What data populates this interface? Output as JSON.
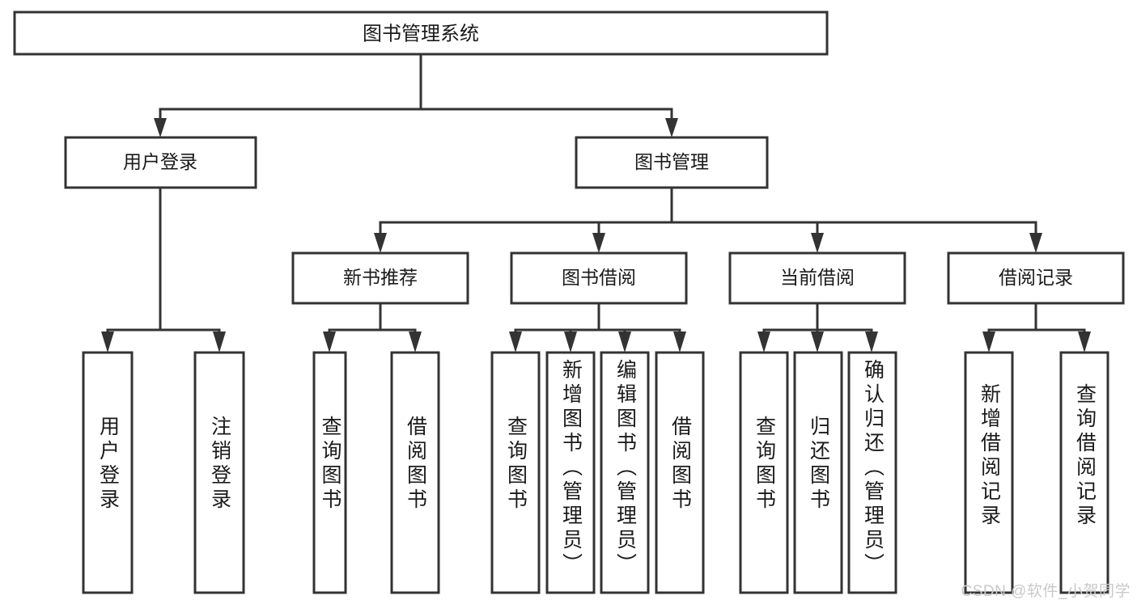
{
  "diagram": {
    "title": "图书管理系统",
    "type": "tree",
    "orientation": "top-down",
    "stroke_color": "#333333",
    "fill_color": "#ffffff",
    "text_color": "#1a1a1a"
  },
  "nodes": {
    "root": {
      "label": "图书管理系统",
      "level": 0
    },
    "l1": [
      {
        "id": "user_login",
        "label": "用户登录",
        "level": 1
      },
      {
        "id": "book_manage",
        "label": "图书管理",
        "level": 1
      }
    ],
    "l2": [
      {
        "id": "new_book_rec",
        "label": "新书推荐",
        "level": 2,
        "parent": "book_manage"
      },
      {
        "id": "book_borrow",
        "label": "图书借阅",
        "level": 2,
        "parent": "book_manage"
      },
      {
        "id": "current_borrow",
        "label": "当前借阅",
        "level": 2,
        "parent": "book_manage"
      },
      {
        "id": "borrow_record",
        "label": "借阅记录",
        "level": 2,
        "parent": "book_manage"
      }
    ],
    "leaves": [
      {
        "id": "leaf_user_login",
        "label": "用户登录",
        "parent": "user_login"
      },
      {
        "id": "leaf_user_logout",
        "label": "注销登录",
        "parent": "user_login"
      },
      {
        "id": "leaf_rec_query",
        "label": "查询图书",
        "parent": "new_book_rec"
      },
      {
        "id": "leaf_rec_borrow",
        "label": "借阅图书",
        "parent": "new_book_rec"
      },
      {
        "id": "leaf_borrow_query",
        "label": "查询图书",
        "parent": "book_borrow"
      },
      {
        "id": "leaf_borrow_add",
        "label": "新增图书（管理员）",
        "parent": "book_borrow"
      },
      {
        "id": "leaf_borrow_edit",
        "label": "编辑图书（管理员）",
        "parent": "book_borrow"
      },
      {
        "id": "leaf_borrow_lend",
        "label": "借阅图书",
        "parent": "book_borrow"
      },
      {
        "id": "leaf_cur_query",
        "label": "查询图书",
        "parent": "current_borrow"
      },
      {
        "id": "leaf_cur_return",
        "label": "归还图书",
        "parent": "current_borrow"
      },
      {
        "id": "leaf_cur_confirm",
        "label": "确认归还（管理员）",
        "parent": "current_borrow"
      },
      {
        "id": "leaf_rec_add",
        "label": "新增借阅记录",
        "parent": "borrow_record"
      },
      {
        "id": "leaf_rec_query2",
        "label": "查询借阅记录",
        "parent": "borrow_record"
      }
    ]
  },
  "watermark": {
    "text": "CSDN @软件_小贺同学"
  }
}
